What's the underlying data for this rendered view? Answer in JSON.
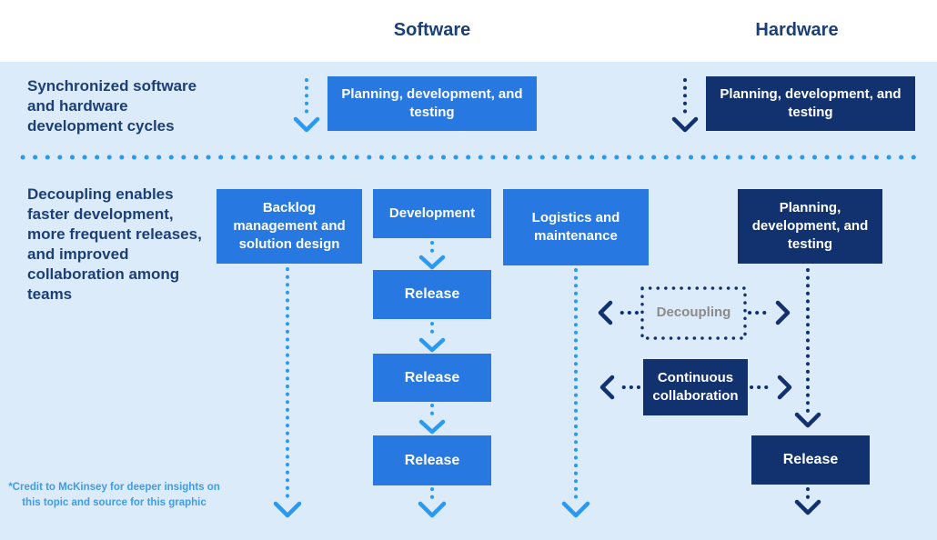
{
  "colors": {
    "panel_bg": "#dcebfa",
    "blue": "#2878e2",
    "navy": "#11316f",
    "bright_blue": "#2b99f1",
    "heading": "#1c3f76",
    "gray": "#8b8b8b",
    "credit": "#3f9ce9"
  },
  "headers": {
    "software": "Software",
    "hardware": "Hardware"
  },
  "row_sync": {
    "label": "Synchronized software and hardware development cycles",
    "software_box": "Planning, development, and testing",
    "hardware_box": "Planning, development, and testing"
  },
  "row_decoupled": {
    "label": "Decoupling enables faster development, more frequent releases, and improved collaboration among teams",
    "backlog_box": "Backlog management and solution design",
    "development_box": "Development",
    "releases": [
      "Release",
      "Release",
      "Release"
    ],
    "logistics_box": "Logistics and maintenance",
    "hardware_pdt_box": "Planning, development, and testing",
    "decoupling_label": "Decoupling",
    "collaboration_box": "Continuous collaboration",
    "hardware_release_box": "Release"
  },
  "footnote": "*Credit to McKinsey for deeper insights on this topic and source for this graphic"
}
